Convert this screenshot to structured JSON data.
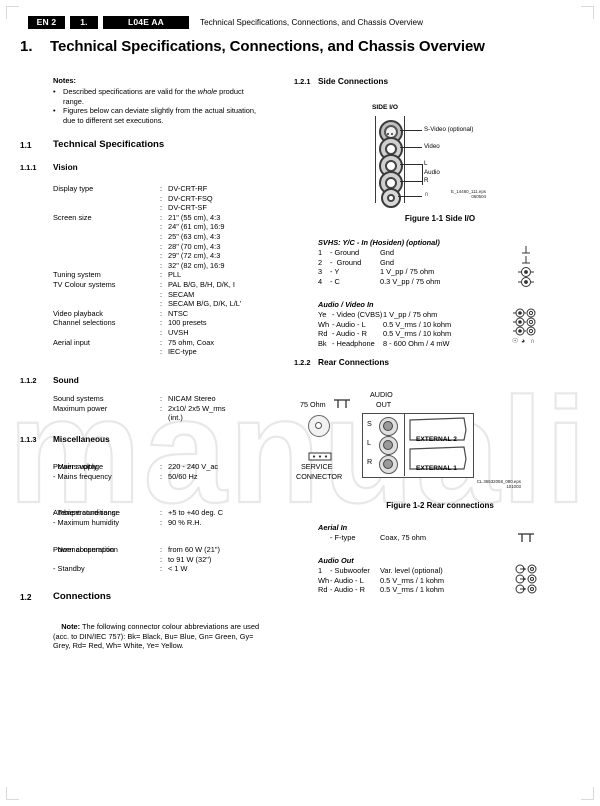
{
  "header": {
    "badge_lang": "EN 2",
    "badge_chapter": "1.",
    "badge_chassis": "L04E AA",
    "title": "Technical Specifications, Connections, and Chassis Overview"
  },
  "chapter": {
    "number": "1.",
    "title": "Technical Specifications, Connections, and Chassis Overview"
  },
  "notes": {
    "heading": "Notes:",
    "items": [
      "Described specifications are valid for the whole product range.",
      "Figures below can deviate slightly from the actual situation, due to different set executions."
    ],
    "item1_pre": "Described specifications are valid for the ",
    "item1_ital": "whole",
    "item1_post": " product",
    "item1_line2": "range.",
    "item2_line1": "Figures below can deviate slightly from the actual situation,",
    "item2_line2": "due to different set executions.",
    "bullet": "•"
  },
  "sections": {
    "s1_1": {
      "num": "1.1",
      "title": "Technical Specifications"
    },
    "s1_1_1": {
      "num": "1.1.1",
      "title": "Vision"
    },
    "s1_1_2": {
      "num": "1.1.2",
      "title": "Sound"
    },
    "s1_1_3": {
      "num": "1.1.3",
      "title": "Miscellaneous"
    },
    "s1_2": {
      "num": "1.2",
      "title": "Connections"
    },
    "s1_2_1": {
      "num": "1.2.1",
      "title": "Side Connections"
    },
    "s1_2_2": {
      "num": "1.2.2",
      "title": "Rear Connections"
    }
  },
  "vision": {
    "rows": [
      {
        "label": "Display type",
        "colon": ":",
        "value": "DV-CRT-RF"
      },
      {
        "label": "",
        "colon": ":",
        "value": "DV-CRT-FSQ"
      },
      {
        "label": "",
        "colon": ":",
        "value": "DV-CRT-SF"
      },
      {
        "label": "Screen size",
        "colon": ":",
        "value": "21\" (55 cm), 4:3"
      },
      {
        "label": "",
        "colon": ":",
        "value": "24\" (61 cm), 16:9"
      },
      {
        "label": "",
        "colon": ":",
        "value": "25\" (63 cm), 4:3"
      },
      {
        "label": "",
        "colon": ":",
        "value": "28\" (70 cm), 4:3"
      },
      {
        "label": "",
        "colon": ":",
        "value": "29\" (72 cm), 4:3"
      },
      {
        "label": "",
        "colon": ":",
        "value": "32\" (82 cm), 16:9"
      },
      {
        "label": "Tuning system",
        "colon": ":",
        "value": "PLL"
      },
      {
        "label": "TV Colour systems",
        "colon": ":",
        "value": "PAL B/G, B/H, D/K, I"
      },
      {
        "label": "",
        "colon": ":",
        "value": "SECAM"
      },
      {
        "label": "",
        "colon": ":",
        "value": "SECAM B/G, D/K, L/L'"
      },
      {
        "label": "Video playback",
        "colon": ":",
        "value": "NTSC"
      },
      {
        "label": "Channel selections",
        "colon": ":",
        "value": "100 presets"
      },
      {
        "label": "",
        "colon": ":",
        "value": "UVSH"
      },
      {
        "label": "Aerial input",
        "colon": ":",
        "value": "75 ohm, Coax"
      },
      {
        "label": "",
        "colon": ":",
        "value": "IEC-type"
      }
    ]
  },
  "sound": {
    "rows": [
      {
        "label": "Sound systems",
        "colon": ":",
        "value": "NICAM Stereo"
      },
      {
        "label": "Maximum power",
        "colon": ":",
        "value": "2x10/ 2x5 W_rms"
      },
      {
        "label": "",
        "colon": "",
        "value": "(int.)"
      }
    ]
  },
  "misc": {
    "power_supply_heading": "Power supply:",
    "power_supply_rows": [
      {
        "label": "- Mains voltage",
        "colon": ":",
        "value": "220 - 240 V_ac"
      },
      {
        "label": "- Mains frequency",
        "colon": ":",
        "value": "50/60 Hz"
      }
    ],
    "ambient_heading": "Ambient conditions:",
    "ambient_rows": [
      {
        "label": "- Temperature range",
        "colon": ":",
        "value": "+5 to +40 deg. C"
      },
      {
        "label": "- Maximum humidity",
        "colon": ":",
        "value": "90 % R.H."
      }
    ],
    "consumption_heading": "Power consumption",
    "consumption_rows": [
      {
        "label": "- Normal operation",
        "colon": ":",
        "value": "from 60 W (21\")"
      },
      {
        "label": "",
        "colon": ":",
        "value": "to 91 W (32\")"
      },
      {
        "label": "- Standby",
        "colon": ":",
        "value": "< 1 W"
      }
    ]
  },
  "connections_note": {
    "label": "Note:",
    "line1": " The following connector colour abbreviations are used",
    "line2": "(acc. to DIN/IEC 757): Bk= Black, Bu= Blue, Gn= Green, Gy=",
    "line3": "Grey, Rd= Red, Wh= White, Ye= Yellow."
  },
  "side_io_figure": {
    "panel_title": "SIDE I/O",
    "jacks": [
      {
        "label": "S-Video (optional)"
      },
      {
        "label": "Video"
      },
      {
        "label": "L"
      },
      {
        "label": "Audio"
      },
      {
        "label": "R"
      },
      {
        "label": "Ω"
      }
    ],
    "label_svideo": "S-Video (optional)",
    "label_video": "Video",
    "label_l": "L",
    "label_audio": "Audio",
    "label_r": "R",
    "label_headphone": "∩",
    "eps_line1": "E_14460_111.eps",
    "eps_line2": "060504",
    "caption": "Figure 1-1 Side I/O"
  },
  "svhs": {
    "heading": "SVHS: Y/C - In (Hosiden) (optional)",
    "rows": [
      {
        "pin": "1",
        "name": "- Ground",
        "spec": "Gnd"
      },
      {
        "pin": "2",
        "name": "-  Ground",
        "spec": "Gnd"
      },
      {
        "pin": "3",
        "name": "- Y",
        "spec": "1 V_pp / 75 ohm"
      },
      {
        "pin": "4",
        "name": "- C",
        "spec": "0.3 V_pp / 75 ohm"
      }
    ]
  },
  "av_in": {
    "heading": "Audio / Video In",
    "rows": [
      {
        "pin": "Ye",
        "name": "- Video (CVBS)",
        "spec": "1 V_pp / 75 ohm"
      },
      {
        "pin": "Wh",
        "name": "- Audio - L",
        "spec": "0.5 V_rms / 10 kohm"
      },
      {
        "pin": "Rd",
        "name": "- Audio - R",
        "spec": "0.5 V_rms / 10 kohm"
      },
      {
        "pin": "Bk",
        "name": "- Headphone",
        "spec": "8 - 600 Ohm / 4 mW"
      }
    ]
  },
  "rear_figure": {
    "label_75ohm": "75 Ohm",
    "label_service_line1": "SERVICE",
    "label_service_line2": "CONNECTOR",
    "label_audio_line1": "AUDIO",
    "label_audio_line2": "OUT",
    "label_s": "S",
    "label_l": "L",
    "label_r": "R",
    "label_external2": "EXTERNAL 2",
    "label_external1": "EXTERNAL 1",
    "eps_line1": "CL 36532058_080.eps",
    "eps_line2": "101003",
    "caption": "Figure 1-2 Rear connections"
  },
  "aerial_in": {
    "heading": "Aerial In",
    "rows": [
      {
        "pin": "",
        "name": "- F-type",
        "spec": "Coax, 75 ohm"
      }
    ]
  },
  "audio_out": {
    "heading": "Audio Out",
    "rows": [
      {
        "pin": "1",
        "name": "- Subwoofer",
        "spec": "Var. level (optional)"
      },
      {
        "pin": "Wh",
        "name": "- Audio - L",
        "spec": "0.5 V_rms / 1 kohm"
      },
      {
        "pin": "Rd",
        "name": "- Audio - R",
        "spec": "0.5 V_rms / 1 kohm"
      }
    ]
  },
  "watermark": {
    "text": "manuali"
  },
  "colors": {
    "ink": "#000000",
    "paper": "#ffffff",
    "watermark": "#e8e8e8",
    "diagram_gray": "#4a4a4a"
  }
}
